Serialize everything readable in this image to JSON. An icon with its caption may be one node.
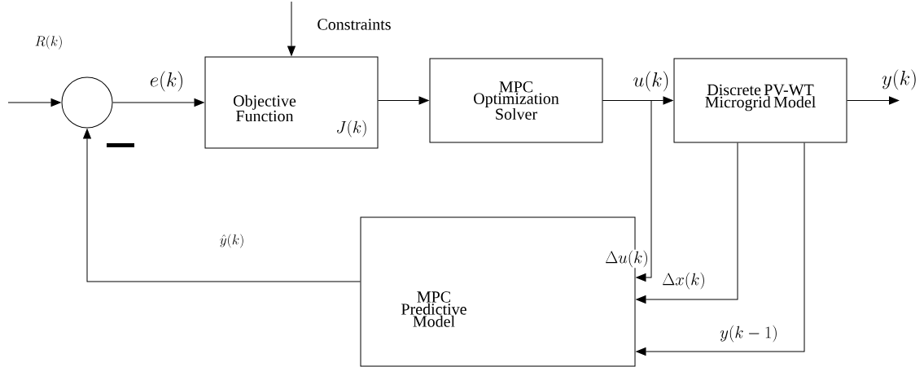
{
  "diagram": {
    "nodes": [
      {
        "text": [],
        "shape": "circle"
      },
      {
        "text": [
          "Objective Function",
          "J(k)"
        ]
      },
      {
        "text": [
          "MPC Optimization Solver"
        ]
      },
      {
        "text": [
          "Discrete PV-WT Microgrid Model"
        ]
      },
      {
        "text": [
          "MPC Predictive Model"
        ]
      }
    ],
    "edges": [
      {
        "from": null,
        "to": 0,
        "arrow": "to"
      },
      {
        "from": 0,
        "to": 1,
        "arrow": "to",
        "label": "e(k)"
      },
      {
        "from": null,
        "to": 1,
        "arrow": "to"
      },
      {
        "from": 1,
        "to": 2,
        "arrow": "to"
      },
      {
        "from": 2,
        "to": 3,
        "arrow": "to",
        "label": "u(k)"
      },
      {
        "from": 3,
        "to": null,
        "arrow": "to",
        "label": "y(k)"
      },
      {
        "from": 2,
        "to": 4,
        "arrow": "to",
        "label": "\\Delta u(k)"
      },
      {
        "from": 3,
        "to": 4,
        "arrow": "to",
        "label": "\\Delta x(k)"
      },
      {
        "from": 3,
        "to": 4,
        "arrow": "to",
        "label": "y(k-1)"
      },
      {
        "from": 4,
        "to": 0,
        "arrow": "to",
        "label": "\\hat{y}(k)"
      }
    ],
    "labels": [
      "R(k)",
      "Constraints"
    ]
  }
}
